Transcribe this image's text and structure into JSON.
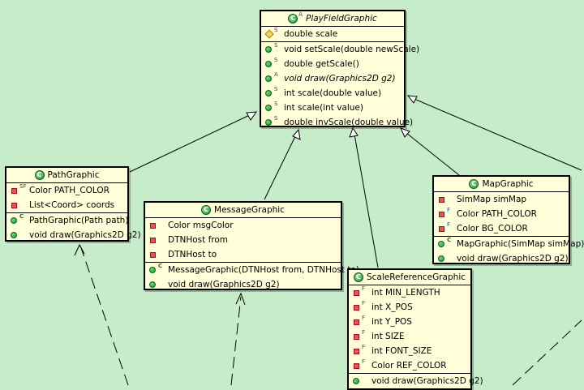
{
  "colors": {
    "canvas": "#c6ecc9",
    "class_fill": "#fffed8",
    "class_border": "#000000",
    "public_icon": "#1c9a30",
    "private_icon": "#e9505c",
    "protected_icon": "#f3d25a"
  },
  "classes": {
    "playfield": {
      "name": "PlayFieldGraphic",
      "icon": "class-icon",
      "icon_letter": "C",
      "modifier": "A",
      "abstract": true,
      "fields": [
        {
          "vis": "protected",
          "mods": "S",
          "text": "double scale"
        }
      ],
      "methods": [
        {
          "vis": "public",
          "mods": "S",
          "text": "void setScale(double newScale)"
        },
        {
          "vis": "public",
          "mods": "S",
          "text": "double getScale()"
        },
        {
          "vis": "public",
          "mods": "A",
          "text": "void draw(Graphics2D g2)",
          "italic": true
        },
        {
          "vis": "public",
          "mods": "S",
          "text": "int scale(double value)"
        },
        {
          "vis": "public",
          "mods": "S",
          "text": "int scale(int value)"
        },
        {
          "vis": "public",
          "mods": "S",
          "text": "double invScale(double value)"
        }
      ]
    },
    "path": {
      "name": "PathGraphic",
      "icon": "class-icon",
      "icon_letter": "C",
      "modifier": "",
      "fields": [
        {
          "vis": "private",
          "mods": "SF",
          "text": "Color PATH_COLOR"
        },
        {
          "vis": "private",
          "mods": "",
          "text": "List<Coord> coords"
        }
      ],
      "methods": [
        {
          "vis": "public",
          "mods": "C",
          "text": "PathGraphic(Path path)"
        },
        {
          "vis": "public",
          "mods": "",
          "text": "void draw(Graphics2D g2)"
        }
      ]
    },
    "message": {
      "name": "MessageGraphic",
      "icon": "class-icon",
      "icon_letter": "C",
      "modifier": "",
      "fields": [
        {
          "vis": "private",
          "mods": "",
          "text": "Color msgColor"
        },
        {
          "vis": "private",
          "mods": "",
          "text": "DTNHost from"
        },
        {
          "vis": "private",
          "mods": "",
          "text": "DTNHost to"
        }
      ],
      "methods": [
        {
          "vis": "public",
          "mods": "C",
          "text": "MessageGraphic(DTNHost from, DTNHost to)"
        },
        {
          "vis": "public",
          "mods": "",
          "text": "void draw(Graphics2D g2)"
        }
      ]
    },
    "map": {
      "name": "MapGraphic",
      "icon": "class-icon",
      "icon_letter": "C",
      "modifier": "",
      "fields": [
        {
          "vis": "private",
          "mods": "",
          "text": "SimMap simMap"
        },
        {
          "vis": "private",
          "mods": "F",
          "text": "Color PATH_COLOR"
        },
        {
          "vis": "private",
          "mods": "F",
          "text": "Color BG_COLOR"
        }
      ],
      "methods": [
        {
          "vis": "public",
          "mods": "C",
          "text": "MapGraphic(SimMap simMap)"
        },
        {
          "vis": "public",
          "mods": "",
          "text": "void draw(Graphics2D g2)"
        }
      ]
    },
    "scaleref": {
      "name": "ScaleReferenceGraphic",
      "icon": "class-icon",
      "icon_letter": "C",
      "modifier": "",
      "fields": [
        {
          "vis": "private",
          "mods": "F",
          "text": "int MIN_LENGTH"
        },
        {
          "vis": "private",
          "mods": "F",
          "text": "int X_POS"
        },
        {
          "vis": "private",
          "mods": "F",
          "text": "int Y_POS"
        },
        {
          "vis": "private",
          "mods": "F",
          "text": "int SIZE"
        },
        {
          "vis": "private",
          "mods": "F",
          "text": "int FONT_SIZE"
        },
        {
          "vis": "private",
          "mods": "F",
          "text": "Color REF_COLOR"
        }
      ],
      "methods": [
        {
          "vis": "public",
          "mods": "",
          "text": "void draw(Graphics2D g2)"
        }
      ]
    }
  }
}
